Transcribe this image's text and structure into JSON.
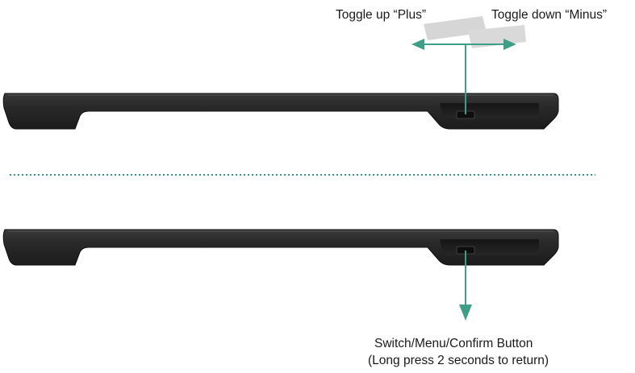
{
  "labels": {
    "toggle_up": "Toggle up “Plus”",
    "toggle_down": "Toggle down “Minus”",
    "button_line1": "Switch/Menu/Confirm Button",
    "button_line2": "(Long press 2 seconds to return)"
  },
  "colors": {
    "arrow": "#3f9f86",
    "device_body": "#2b2b2b",
    "device_edge": "#111111",
    "divider": "#2f9c82",
    "toggle_ghost": "#cfcfcf"
  }
}
